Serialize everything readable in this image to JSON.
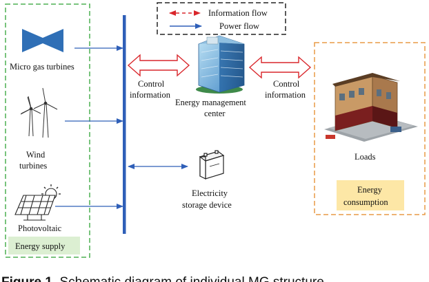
{
  "legend": {
    "information_flow": "Information  flow",
    "power_flow": "Power flow"
  },
  "sources": {
    "micro_gas": "Micro gas turbines",
    "wind_line1": "Wind",
    "wind_line2": "turbines",
    "photovoltaic": "Photovoltaic",
    "group_label": "Energy supply"
  },
  "center": {
    "label_line1": "Energy management",
    "label_line2": "center",
    "control_left_line1": "Control",
    "control_left_line2": "information",
    "control_right_line1": "Control",
    "control_right_line2": "information"
  },
  "storage": {
    "label_line1": "Electricity",
    "label_line2": "storage device"
  },
  "consumption": {
    "loads": "Loads",
    "box_line1": "Energy",
    "box_line2": "consumption"
  },
  "caption": {
    "prefix": "Figure 1.",
    "text": " Schematic diagram of individual MG structure"
  },
  "colors": {
    "supply_border": "#4caf50",
    "consumption_border": "#e89a45",
    "bus_blue": "#2f5fb8",
    "info_red": "#d9262b",
    "supply_label_bg": "#dcefd2",
    "consumption_label_bg": "#fde7a6"
  }
}
